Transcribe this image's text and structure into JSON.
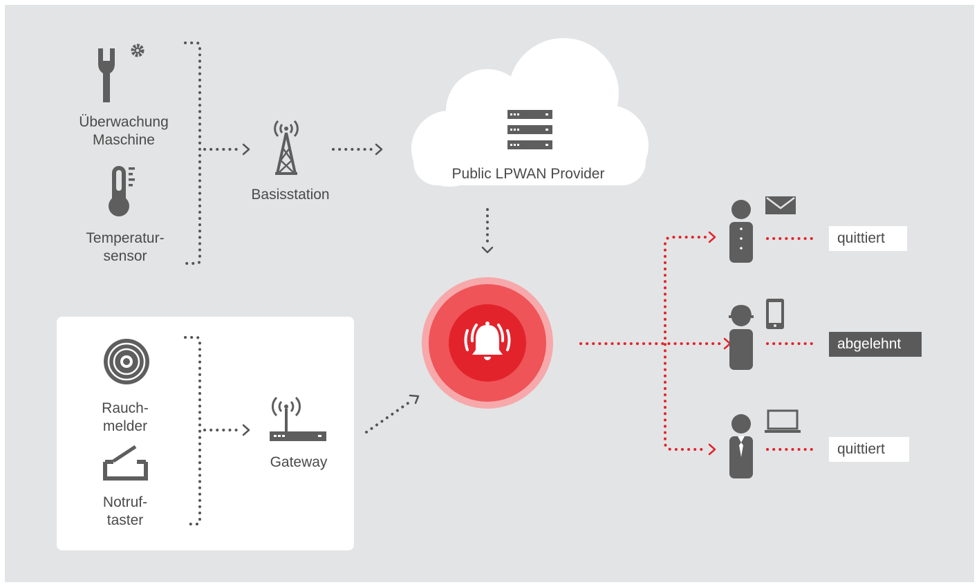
{
  "sensors": {
    "machine_label_line1": "Überwachung",
    "machine_label_line2": "Maschine",
    "temperature_label_line1": "Temperatur-",
    "temperature_label_line2": "sensor",
    "smoke_label_line1": "Rauch-",
    "smoke_label_line2": "melder",
    "emergency_label_line1": "Notruf-",
    "emergency_label_line2": "taster"
  },
  "network": {
    "base_station_label": "Basisstation",
    "gateway_label": "Gateway",
    "cloud_label": "Public LPWAN Provider"
  },
  "recipients": [
    {
      "device_icon": "mail-icon",
      "status": "quittiert",
      "status_style": "light"
    },
    {
      "device_icon": "smartphone-icon",
      "status": "abgelehnt",
      "status_style": "dark"
    },
    {
      "device_icon": "laptop-icon",
      "status": "quittiert",
      "status_style": "light"
    }
  ],
  "colors": {
    "background": "#e3e4e5",
    "panel": "#ffffff",
    "icon": "#5e5e5e",
    "dots_gray": "#555555",
    "dots_red": "#e3232c",
    "alarm_outer": "#f7a8aa",
    "alarm_middle": "#ee5458",
    "alarm_inner": "#e3232c",
    "status_dark": "#5a5a5a"
  }
}
